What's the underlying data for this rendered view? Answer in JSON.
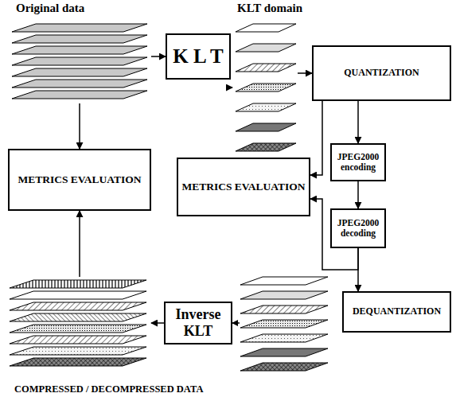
{
  "diagram": {
    "nodes": [
      {
        "text": [
          "Original data"
        ]
      },
      {
        "text": [
          "K L T"
        ]
      },
      {
        "text": [
          "KLT domain"
        ]
      },
      {
        "text": [
          "QUANTIZATION"
        ]
      },
      {
        "text": [
          "METRICS EVALUATION"
        ]
      },
      {
        "text": [
          "METRICS EVALUATION"
        ]
      },
      {
        "text": [
          "JPEG2000 encoding"
        ]
      },
      {
        "text": [
          "JPEG2000 decoding"
        ]
      },
      {
        "text": [
          "DEQUANTIZATION"
        ]
      },
      {
        "text": [
          "Inverse KLT"
        ]
      },
      {
        "text": [
          "COMPRESSED / DECOMPRESSED DATA"
        ]
      }
    ],
    "edges": [
      {
        "from": 0,
        "to": 1,
        "arrow": "to"
      },
      {
        "from": 1,
        "to": 2,
        "arrow": "to"
      },
      {
        "from": 2,
        "to": 3,
        "arrow": "to"
      },
      {
        "from": 3,
        "to": 6,
        "arrow": "to"
      },
      {
        "from": 6,
        "to": 7,
        "arrow": "to"
      },
      {
        "from": 3,
        "to": 5,
        "arrow": "to"
      },
      {
        "from": 7,
        "to": 8,
        "arrow": "to"
      },
      {
        "from": 7,
        "to": 5,
        "arrow": "to"
      },
      {
        "from": 0,
        "to": 4,
        "arrow": "to"
      },
      {
        "from": 10,
        "to": 4,
        "arrow": "to"
      },
      {
        "from": 9,
        "to": 10,
        "arrow": "to"
      }
    ]
  }
}
